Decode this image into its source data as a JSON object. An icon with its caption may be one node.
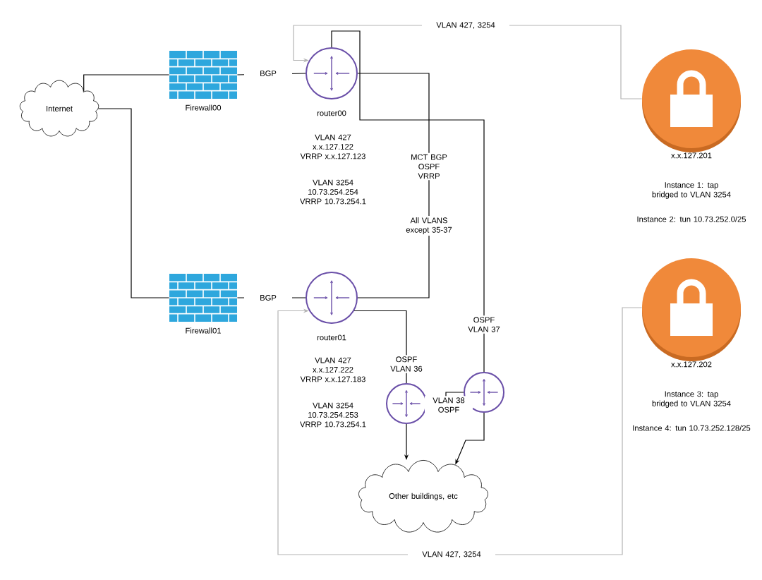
{
  "diagram": {
    "nodes": [
      {
        "text": [
          "Internet"
        ]
      },
      {
        "text": [
          "Firewall00"
        ]
      },
      {
        "text": [
          "router00"
        ]
      },
      {
        "text": [
          "Firewall01"
        ]
      },
      {
        "text": [
          "router01"
        ]
      },
      {
        "text": [],
        "shape": "circle"
      },
      {
        "text": [],
        "shape": "circle"
      },
      {
        "text": [
          "Other buildings, etc"
        ]
      },
      {
        "text": [
          "x.x.127.201"
        ],
        "beside": [
          "Instance 1: tap bridged to VLAN 3254",
          "Instance 2: tun 10.73.252.0/25"
        ]
      },
      {
        "text": [
          "x.x.127.202"
        ],
        "beside": [
          "Instance 3: tap bridged to VLAN 3254",
          "Instance 4: tun 10.73.252.128/25"
        ]
      }
    ],
    "edges": [
      {
        "from": 0,
        "to": 1,
        "arrow": "none"
      },
      {
        "from": 0,
        "to": 3,
        "arrow": "none"
      },
      {
        "from": 1,
        "to": 2,
        "arrow": "none",
        "label": "BGP"
      },
      {
        "from": 3,
        "to": 4,
        "arrow": "none",
        "label": "BGP"
      },
      {
        "from": 2,
        "to": 4,
        "arrow": "none",
        "label": "MCT BGP OSPF VRRP"
      },
      {
        "from": 2,
        "to": 6,
        "arrow": "none",
        "label": "OSPF VLAN 37"
      },
      {
        "from": 4,
        "to": 5,
        "arrow": "none",
        "label": "OSPF VLAN 36"
      },
      {
        "from": 5,
        "to": 6,
        "arrow": "none",
        "label": "VLAN 38 OSPF"
      },
      {
        "from": 6,
        "to": 7,
        "arrow": "to"
      },
      {
        "from": 5,
        "to": 7,
        "arrow": "to"
      },
      {
        "from": 8,
        "to": 2,
        "arrow": "to",
        "label": "VLAN 427, 3254",
        "color": "#b4b4b4"
      },
      {
        "from": 9,
        "to": 4,
        "arrow": "to",
        "label": "VLAN 427, 3254",
        "color": "#b4b4b4"
      }
    ],
    "labels": [
      "VLAN 427 x.x.127.122 VRRP x.x.127.123",
      "VLAN 3254 10.73.254.254 VRRP 10.73.254.1",
      "All VLANS except 35-37",
      "VLAN 427 x.x.127.222 VRRP x.x.127.183",
      "VLAN 3254 10.73.254.253 VRRP 10.73.254.1"
    ]
  }
}
